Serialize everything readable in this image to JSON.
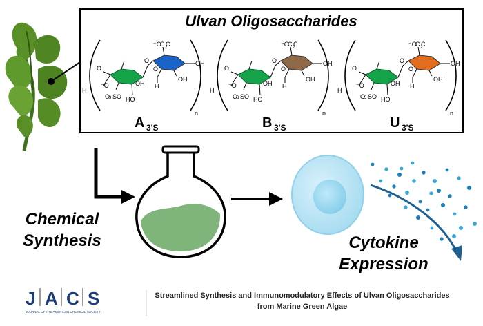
{
  "box": {
    "title": "Ulvan Oligosaccharides",
    "labels": {
      "sulfate": "SO",
      "sulfate_sub": "3",
      "sulfate_ion": "⁻O",
      "sulfate_ion2": "O",
      "h": "H",
      "o": "O",
      "oh": "OH",
      "ho": "HO",
      "carboxylate": "⁻O",
      "carboxylate_c": "C",
      "carboxylate_sub": "2",
      "n": "n"
    },
    "structures": [
      {
        "name": "A",
        "sub": "3'S",
        "acid_color": "#1a63c8"
      },
      {
        "name": "B",
        "sub": "3'S",
        "acid_color": "#8e6a49"
      },
      {
        "name": "U",
        "sub": "3'S",
        "acid_color": "#e26d1f"
      }
    ],
    "rhamnose_color": "#15a34a"
  },
  "labels": {
    "chemical_line1": "Chemical",
    "chemical_line2": "Synthesis",
    "cytokine_line1": "Cytokine",
    "cytokine_line2": "Expression"
  },
  "footer": {
    "logo": [
      "J",
      "A",
      "C",
      "S"
    ],
    "logo_sub": "JOURNAL OF THE AMERICAN CHEMICAL SOCIETY",
    "title_line1": "Streamlined Synthesis and Immunomodulatory Effects of Ulvan Oligosaccharides",
    "title_line2": "from Marine Green Algae"
  }
}
